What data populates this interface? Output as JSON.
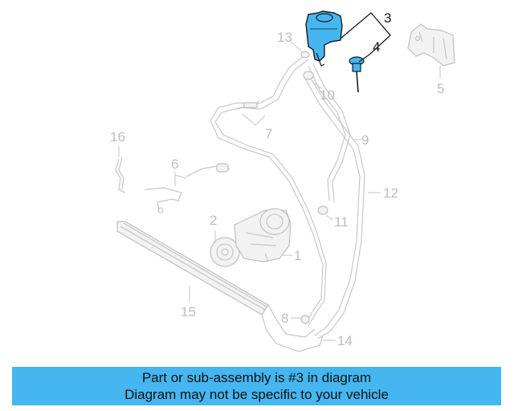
{
  "callouts": {
    "c1": "1",
    "c2": "2",
    "c3": "3",
    "c4": "4",
    "c5": "5",
    "c6": "6",
    "c7": "7",
    "c8": "8",
    "c9": "9",
    "c10": "10",
    "c11": "11",
    "c12": "12",
    "c13": "13",
    "c14": "14",
    "c15": "15",
    "c16": "16"
  },
  "highlight": {
    "part": "3",
    "color": "#45b6f0"
  },
  "banner": {
    "line1": "Part or sub-assembly is #3 in diagram",
    "line2": "Diagram may not be specific to your vehicle",
    "color": "#45b6f0"
  }
}
